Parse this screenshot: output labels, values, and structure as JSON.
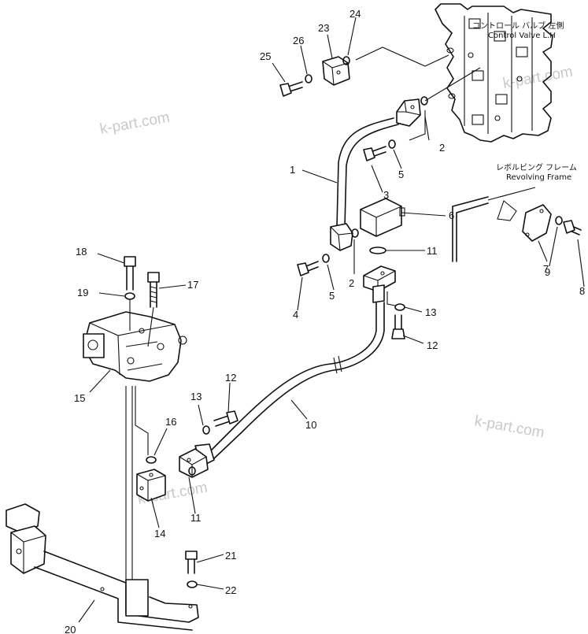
{
  "watermarks": [
    "k-part.com",
    "k-part.com",
    "k-part.com",
    "k-part.com"
  ],
  "labels": {
    "control_valve_jp": "コントロール バルブ 左側",
    "control_valve_en": "Control Valve L.H",
    "revolving_frame_jp": "レボルビング フレーム",
    "revolving_frame_en": "Revolving Frame"
  },
  "callouts": [
    "1",
    "2",
    "2",
    "3",
    "4",
    "5",
    "5",
    "6",
    "7",
    "8",
    "9",
    "10",
    "11",
    "11",
    "12",
    "12",
    "13",
    "13",
    "14",
    "15",
    "16",
    "17",
    "18",
    "19",
    "20",
    "21",
    "22",
    "23",
    "24",
    "25",
    "26"
  ]
}
